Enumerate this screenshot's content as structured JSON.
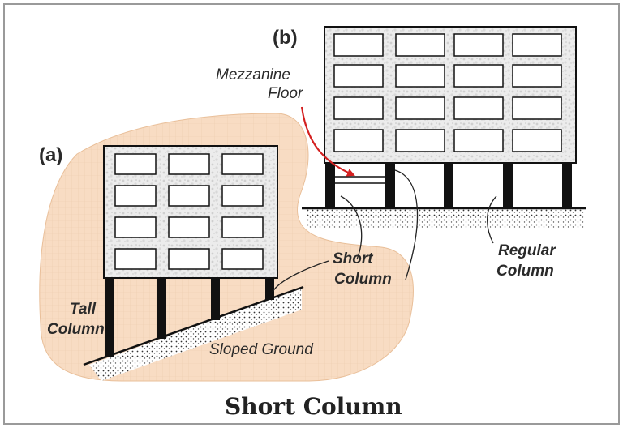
{
  "diagram": {
    "title": "Short Column",
    "panel_a_label": "(a)",
    "panel_b_label": "(b)",
    "labels": {
      "mezzanine_line1": "Mezzanine",
      "mezzanine_line2": "Floor",
      "short_line1": "Short",
      "short_line2": "Column",
      "regular_line1": "Regular",
      "regular_line2": "Column",
      "tall_line1": "Tall",
      "tall_line2": "Column",
      "sloped_ground": "Sloped Ground"
    },
    "colors": {
      "highlight": "#f8dcc3",
      "arrow": "#d42020",
      "outline": "#111111",
      "panel_border": "#9a9a9a"
    }
  }
}
